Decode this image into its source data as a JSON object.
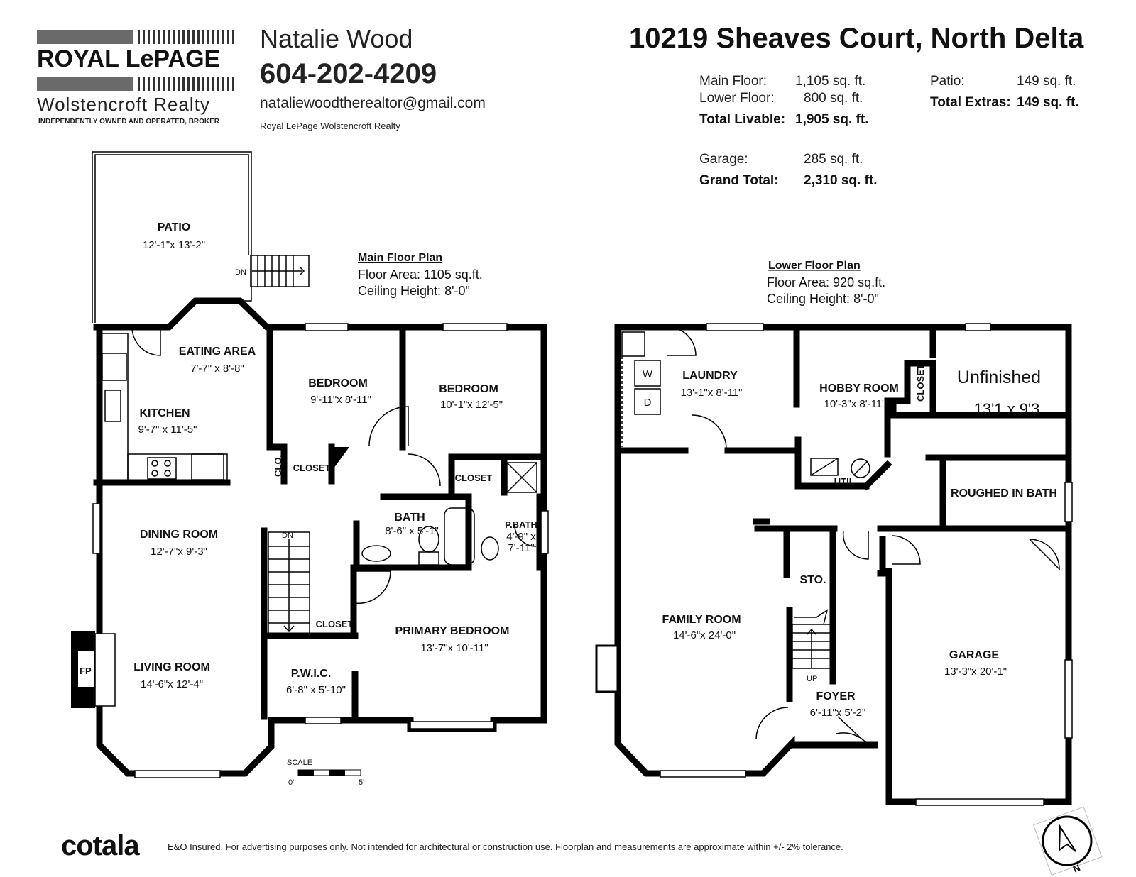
{
  "brand": {
    "logo_top": "ROYAL LePAGE",
    "logo_sub": "Wolstencroft Realty",
    "logo_tag": "INDEPENDENTLY OWNED AND OPERATED, BROKER"
  },
  "agent": {
    "name": "Natalie Wood",
    "phone": "604-202-4209",
    "email": "nataliewoodtherealtor@gmail.com",
    "company": "Royal LePage Wolstencroft Realty"
  },
  "property": {
    "address": "10219 Sheaves Court, North Delta"
  },
  "areas": {
    "main_label": "Main Floor:",
    "main_value": "1,105 sq. ft.",
    "lower_label": "Lower Floor:",
    "lower_value": "800 sq. ft.",
    "total_label": "Total Livable:",
    "total_value": "1,905 sq. ft.",
    "garage_label": "Garage:",
    "garage_value": "285 sq. ft.",
    "grand_label": "Grand Total:",
    "grand_value": "2,310 sq. ft.",
    "patio_label": "Patio:",
    "patio_value": "149 sq. ft.",
    "extras_label": "Total Extras:",
    "extras_value": "149 sq. ft."
  },
  "main_floor": {
    "title": "Main Floor Plan",
    "area": "Floor Area: 1105 sq.ft.",
    "ceiling": "Ceiling Height: 8'-0\"",
    "rooms": {
      "patio": {
        "name": "PATIO",
        "dim": "12'-1\"x 13'-2\""
      },
      "eating": {
        "name": "EATING AREA",
        "dim": "7'-7\" x 8'-8\""
      },
      "kitchen": {
        "name": "KITCHEN",
        "dim": "9'-7\" x 11'-5\""
      },
      "bedroom1": {
        "name": "BEDROOM",
        "dim": "9'-11\"x 8'-11\""
      },
      "bedroom2": {
        "name": "BEDROOM",
        "dim": "10'-1\"x 12'-5\""
      },
      "dining": {
        "name": "DINING ROOM",
        "dim": "12'-7\"x 9'-3\""
      },
      "living": {
        "name": "LIVING ROOM",
        "dim": "14'-6\"x 12'-4\""
      },
      "bath": {
        "name": "BATH",
        "dim": "8'-6\" x 5'-1\""
      },
      "pbath": {
        "name": "P.BATH",
        "dim1": "4'-9\" x",
        "dim2": "7'-11\""
      },
      "primary": {
        "name": "PRIMARY BEDROOM",
        "dim": "13'-7\"x 10'-11\""
      },
      "pwic": {
        "name": "P.W.I.C.",
        "dim": "6'-8\" x 5'-10\""
      }
    },
    "closet": "CLOSET",
    "clo": "CLO.",
    "dn": "DN",
    "fp": "FP",
    "scale": "SCALE",
    "scale_0": "0'",
    "scale_5": "5'"
  },
  "lower_floor": {
    "title": "Lower Floor Plan",
    "area": "Floor Area: 920 sq.ft.",
    "ceiling": "Ceiling Height: 8'-0\"",
    "rooms": {
      "laundry": {
        "name": "LAUNDRY",
        "dim": "13'-1\"x 8'-11\""
      },
      "hobby": {
        "name": "HOBBY ROOM",
        "dim": "10'-3\"x 8'-11\""
      },
      "unfinished": {
        "name": "Unfinished",
        "dim": "13'1 x 9'3"
      },
      "rough": {
        "name": "ROUGHED IN BATH"
      },
      "family": {
        "name": "FAMILY ROOM",
        "dim": "14'-6\"x 24'-0\""
      },
      "sto": {
        "name": "STO."
      },
      "foyer": {
        "name": "FOYER",
        "dim": "6'-11\"x 5'-2\""
      },
      "garage": {
        "name": "GARAGE",
        "dim": "13'-3\"x 20'-1\""
      }
    },
    "closet": "CLOSET",
    "util": "UTIL.",
    "washer": "W",
    "dryer": "D",
    "up": "UP"
  },
  "footer": {
    "brand": "cotala",
    "disclaimer": "E&O Insured. For advertising purposes only. Not intended for architectural or construction use. Floorplan and measurements are approximate within +/- 2% tolerance.",
    "north": "N"
  }
}
